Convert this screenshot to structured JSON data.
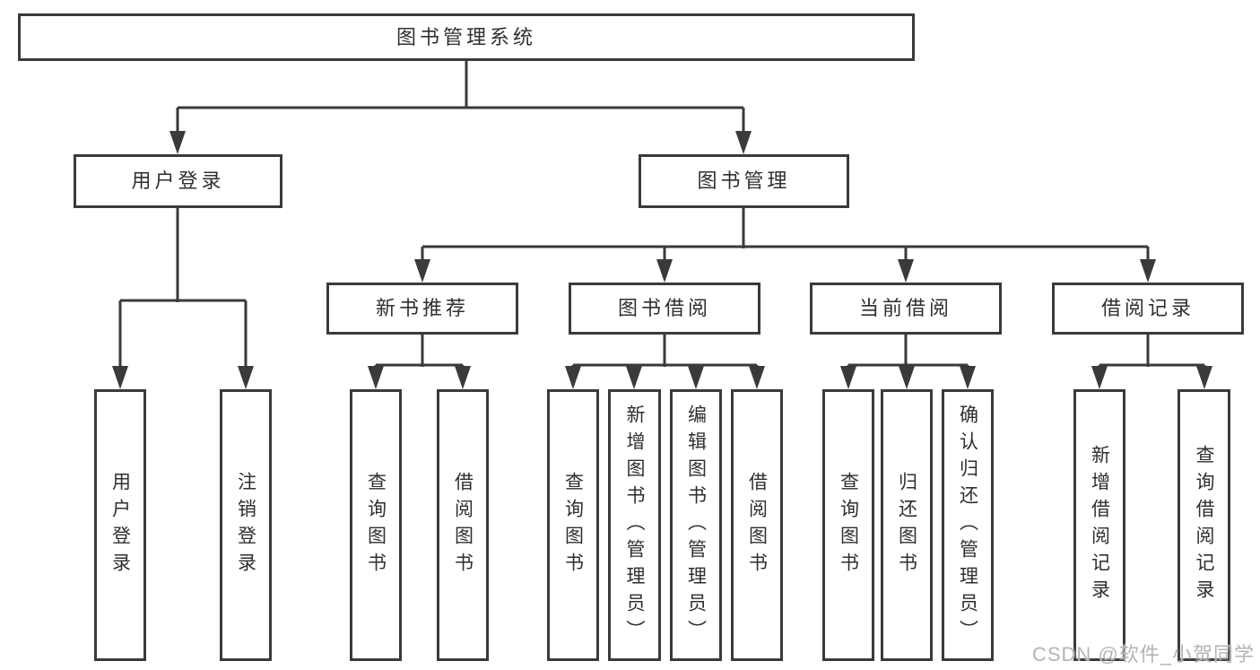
{
  "watermark": "CSDN @软件_小贺同学",
  "colors": {
    "line": "#3a3a3a",
    "text": "#2f2f2f",
    "watermark": "#b4b4b4",
    "background": "#ffffff"
  },
  "tree": {
    "label": "图书管理系统",
    "children": [
      {
        "label": "用户登录",
        "children": [
          {
            "label": "用户登录"
          },
          {
            "label": "注销登录"
          }
        ]
      },
      {
        "label": "图书管理",
        "children": [
          {
            "label": "新书推荐",
            "children": [
              {
                "label": "查询图书"
              },
              {
                "label": "借阅图书"
              }
            ]
          },
          {
            "label": "图书借阅",
            "children": [
              {
                "label": "查询图书"
              },
              {
                "label": "新增图书（管理员）"
              },
              {
                "label": "编辑图书（管理员）"
              },
              {
                "label": "借阅图书"
              }
            ]
          },
          {
            "label": "当前借阅",
            "children": [
              {
                "label": "查询图书"
              },
              {
                "label": "归还图书"
              },
              {
                "label": "确认归还（管理员）"
              }
            ]
          },
          {
            "label": "借阅记录",
            "children": [
              {
                "label": "新增借阅记录"
              },
              {
                "label": "查询借阅记录"
              }
            ]
          }
        ]
      }
    ]
  }
}
